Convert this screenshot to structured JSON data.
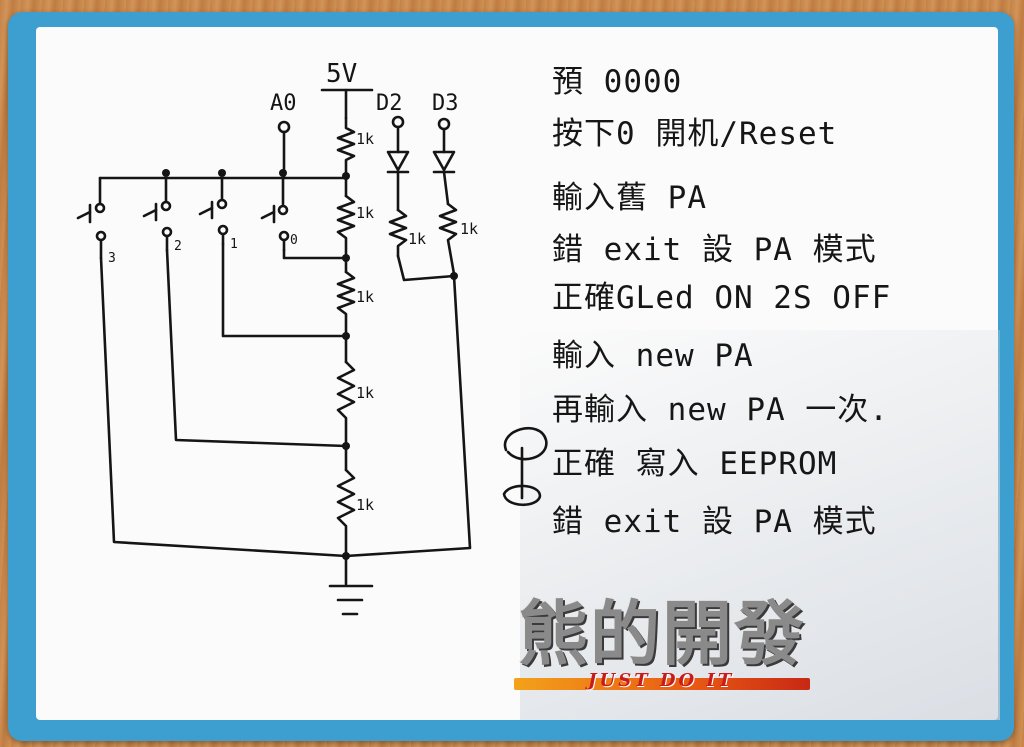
{
  "circuit": {
    "supply_label": "5V",
    "pin_labels": [
      "A0",
      "D2",
      "D3"
    ],
    "resistor_labels": [
      "1k",
      "1k",
      "1k",
      "1k",
      "1k",
      "1k",
      "1k"
    ],
    "switch_labels": [
      "3",
      "2",
      "1",
      "0"
    ]
  },
  "notes": {
    "lines": [
      "預 0000",
      "按下0 開机/Reset",
      "輸入舊 PA",
      "錯 exit 設 PA 模式",
      "正確GLed ON 2S OFF",
      "輸入 new PA",
      "再輸入 new PA 一次.",
      "正確 寫入 EEPROM",
      "錯 exit 設 PA 模式"
    ]
  },
  "watermark": {
    "title": "熊的開發",
    "slogan": "JUST DO IT"
  },
  "colors": {
    "frame": "#3c9fcf",
    "board": "#fbfbfb",
    "ink": "#151515",
    "logo_orange": "#e85a14",
    "logo_red": "#c81c1c"
  }
}
